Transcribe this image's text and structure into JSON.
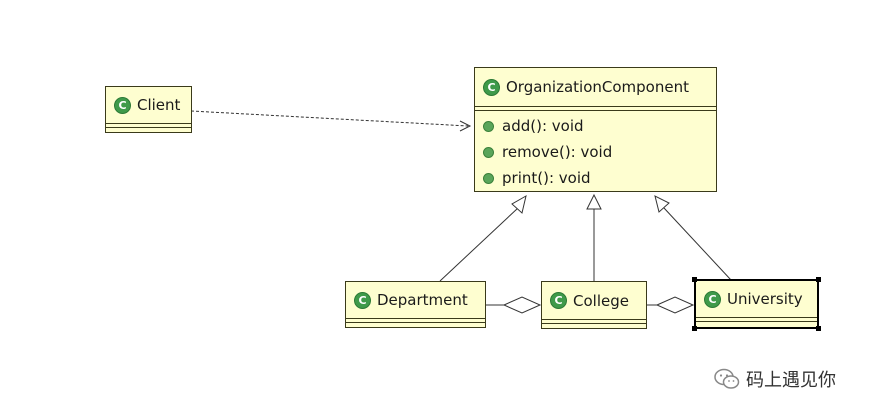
{
  "classes": {
    "client": {
      "name": "Client"
    },
    "organization_component": {
      "name": "OrganizationComponent",
      "methods": [
        "add(): void",
        "remove(): void",
        "print(): void"
      ]
    },
    "department": {
      "name": "Department"
    },
    "college": {
      "name": "College"
    },
    "university": {
      "name": "University"
    }
  },
  "class_icon_letter": "C",
  "icons": {
    "class": "class-icon",
    "method": "public-method-icon",
    "watermark": "wechat-icon"
  },
  "colors": {
    "class_fill": "#fefed0",
    "class_icon": "#3f9a4a"
  },
  "watermark": {
    "text": "码上遇见你"
  }
}
